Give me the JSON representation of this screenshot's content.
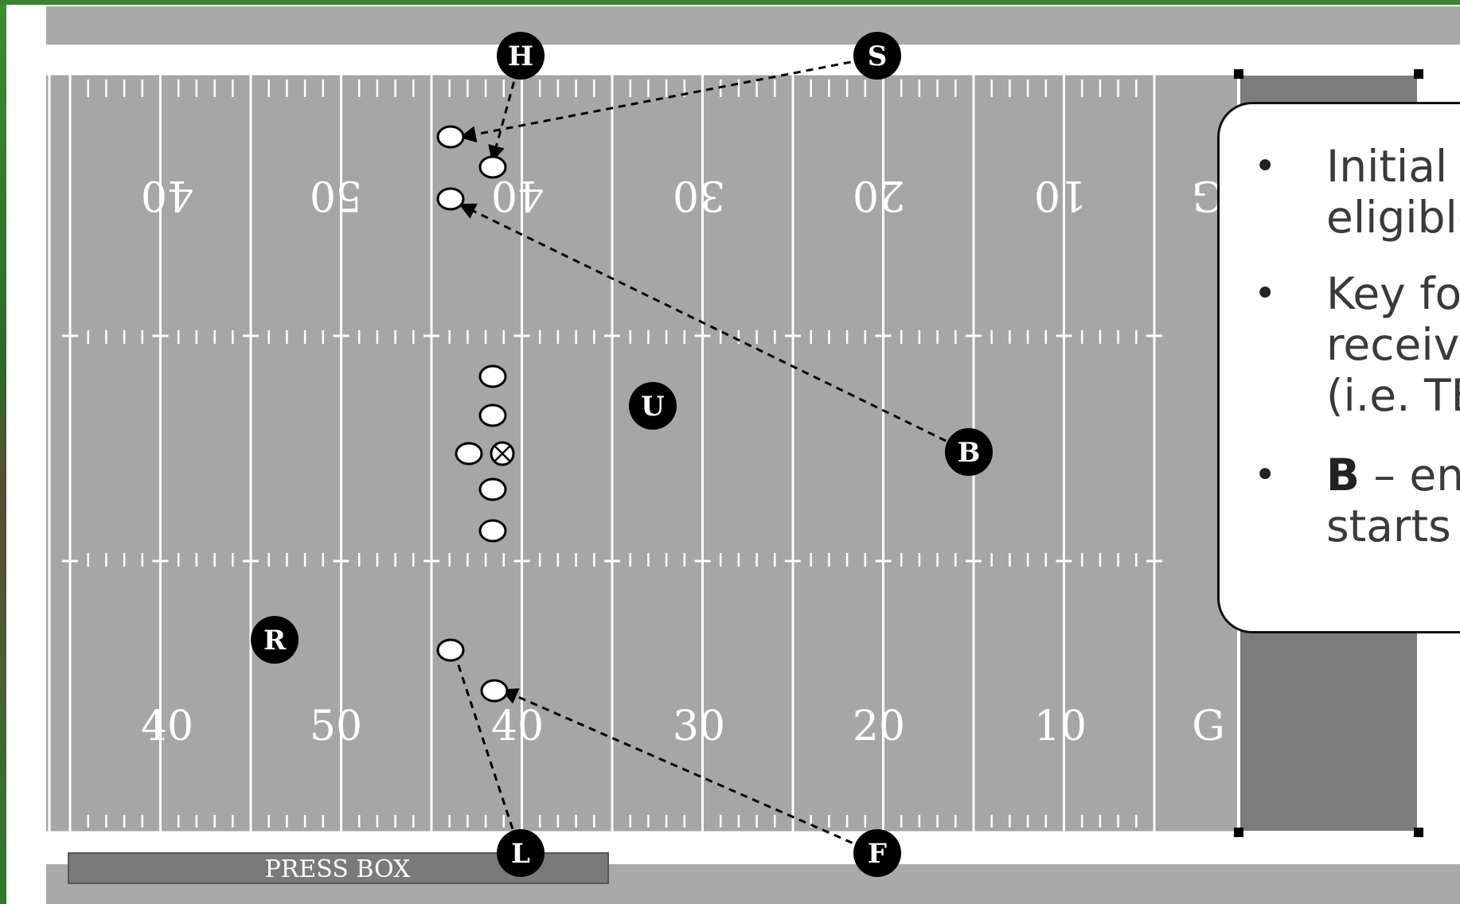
{
  "field": {
    "colors": {
      "field": "#a6a6a6",
      "lines": "#ffffff",
      "endzone": "#7a7a7a",
      "press_box": "#7a7a7a",
      "marker": "#000000"
    },
    "top_numbers": [
      "40",
      "50",
      "40",
      "30",
      "20",
      "10",
      "G"
    ],
    "bottom_numbers": [
      "40",
      "50",
      "40",
      "30",
      "20",
      "10",
      "G"
    ],
    "press_box_label": "PRESS BOX"
  },
  "officials": [
    {
      "id": "H",
      "label": "H"
    },
    {
      "id": "S",
      "label": "S"
    },
    {
      "id": "U",
      "label": "U"
    },
    {
      "id": "B",
      "label": "B"
    },
    {
      "id": "R",
      "label": "R"
    },
    {
      "id": "L",
      "label": "L"
    },
    {
      "id": "F",
      "label": "F"
    }
  ],
  "players": {
    "offense_symbol": "circle",
    "center_symbol": "circle-x",
    "count": 11
  },
  "callout": {
    "bullets": [
      {
        "lines": [
          "Initial k",
          "eligible"
        ]
      },
      {
        "lines": [
          "Key fo",
          "receive",
          "(i.e. TE"
        ]
      },
      {
        "bold": "B",
        "lines": [
          " – en",
          "starts "
        ]
      }
    ]
  }
}
